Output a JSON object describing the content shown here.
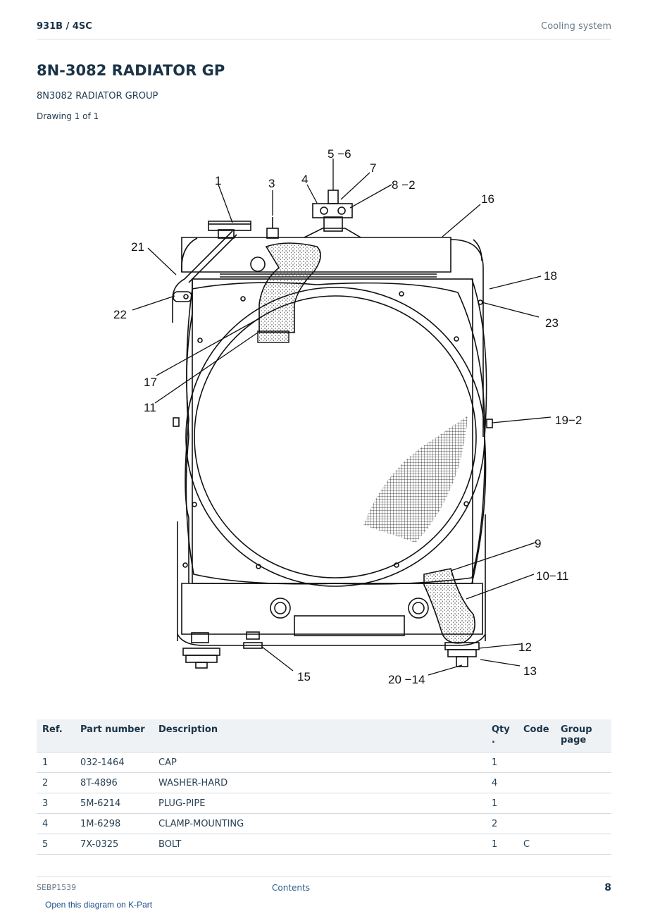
{
  "header": {
    "model": "931B  /  4SC",
    "section": "Cooling system"
  },
  "title": "8N-3082 RADIATOR GP",
  "subtitle": "8N3082 RADIATOR GROUP",
  "drawing_label": "Drawing 1 of 1",
  "diagram": {
    "callouts": {
      "c1": "1",
      "c3": "3",
      "c4": "4",
      "c5_6": "5 −6",
      "c7": "7",
      "c8_2": "8 −2",
      "c16": "16",
      "c21": "21",
      "c18": "18",
      "c22": "22",
      "c23": "23",
      "c17": "17",
      "c11": "11",
      "c19_2": "19−2",
      "c9": "9",
      "c10_11": "10−11",
      "c12": "12",
      "c13": "13",
      "c15": "15",
      "c20_14": "20 −14"
    }
  },
  "table": {
    "headers": {
      "ref": "Ref.",
      "part_number": "Part number",
      "description": "Description",
      "qty": "Qty\n.",
      "code": "Code",
      "group_page": "Group\npage"
    },
    "rows": [
      {
        "ref": "1",
        "part_number": "032-1464",
        "description": "CAP",
        "qty": "1",
        "code": "",
        "group_page": ""
      },
      {
        "ref": "2",
        "part_number": "8T-4896",
        "description": "WASHER-HARD",
        "qty": "4",
        "code": "",
        "group_page": ""
      },
      {
        "ref": "3",
        "part_number": "5M-6214",
        "description": "PLUG-PIPE",
        "qty": "1",
        "code": "",
        "group_page": ""
      },
      {
        "ref": "4",
        "part_number": "1M-6298",
        "description": "CLAMP-MOUNTING",
        "qty": "2",
        "code": "",
        "group_page": ""
      },
      {
        "ref": "5",
        "part_number": "7X-0325",
        "description": "BOLT",
        "qty": "1",
        "code": "C",
        "group_page": ""
      }
    ]
  },
  "footer": {
    "doc_id": "SEBP1539",
    "contents_link": "Contents",
    "page_number": "8",
    "kpart_link": "Open this diagram on K-Part"
  }
}
